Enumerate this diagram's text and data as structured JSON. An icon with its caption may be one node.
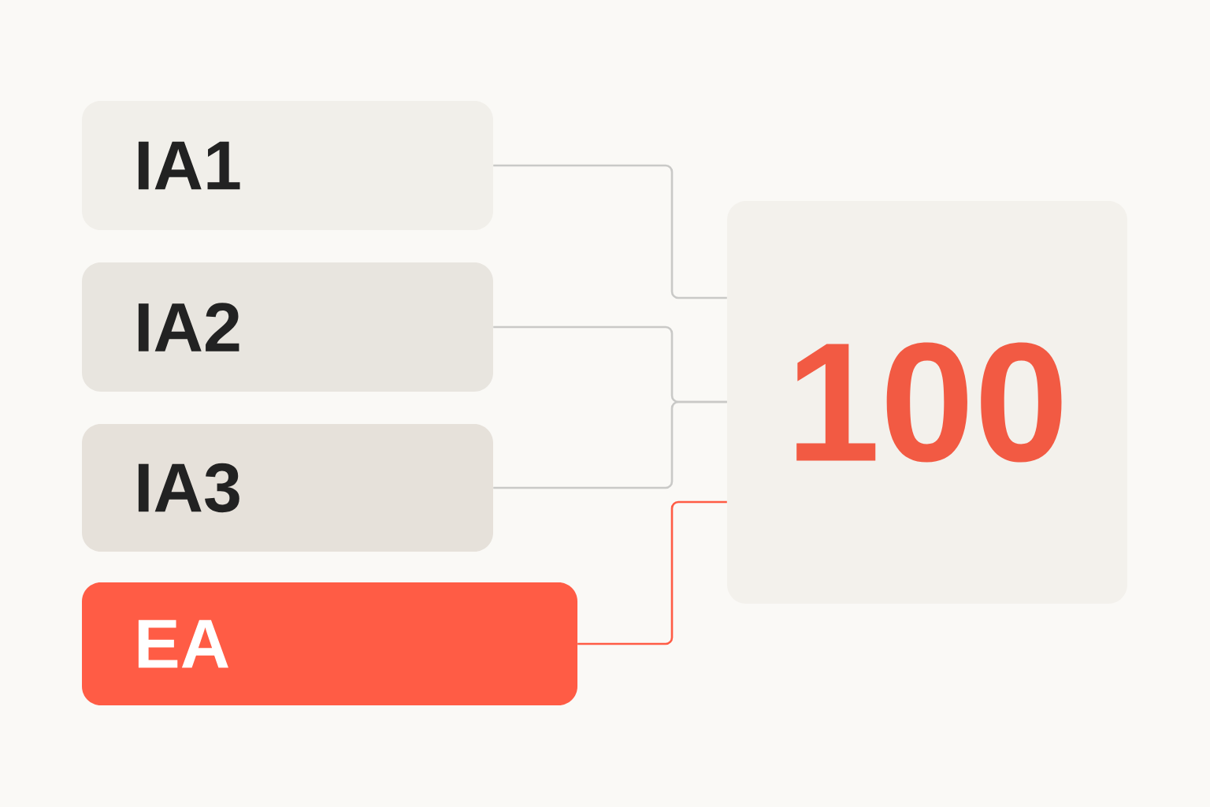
{
  "diagram": {
    "nodes": [
      {
        "text": [
          "IA1"
        ]
      },
      {
        "text": [
          "IA2"
        ]
      },
      {
        "text": [
          "IA3"
        ]
      },
      {
        "text": [
          "EA"
        ]
      },
      {
        "text": [
          "100"
        ]
      }
    ],
    "edges": [
      {
        "from": 0,
        "to": 4,
        "arrow": "none"
      },
      {
        "from": 1,
        "to": 4,
        "arrow": "none"
      },
      {
        "from": 2,
        "to": 4,
        "arrow": "none"
      },
      {
        "from": 3,
        "to": 4,
        "arrow": "none",
        "color": "#ff5c45"
      }
    ]
  }
}
